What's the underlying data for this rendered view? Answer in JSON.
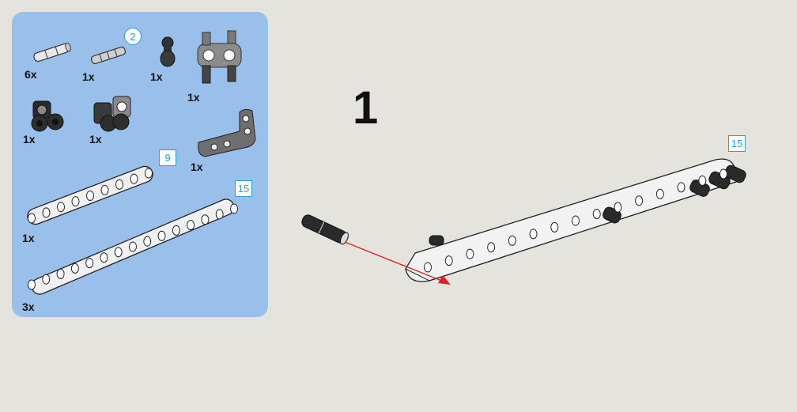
{
  "step": {
    "number": "1"
  },
  "parts": [
    {
      "name": "axle-pin",
      "qty": "6x"
    },
    {
      "name": "axle-pin-long",
      "qty": "1x",
      "badge": "2"
    },
    {
      "name": "ball-joint",
      "qty": "1x"
    },
    {
      "name": "cross-connector",
      "qty": "1x"
    },
    {
      "name": "double-pin-connector",
      "qty": "1x"
    },
    {
      "name": "perpendicular-connector",
      "qty": "1x"
    },
    {
      "name": "l-beam",
      "qty": "1x"
    },
    {
      "name": "beam-9",
      "qty": "1x",
      "length": "9"
    },
    {
      "name": "beam-15",
      "qty": "3x",
      "length": "15"
    }
  ],
  "assembly": {
    "length_label": "15"
  },
  "colors": {
    "panel": "#98c0ea",
    "background": "#e4e3dd",
    "badge_accent": "#2a9fd8",
    "arrow": "#e02020"
  }
}
